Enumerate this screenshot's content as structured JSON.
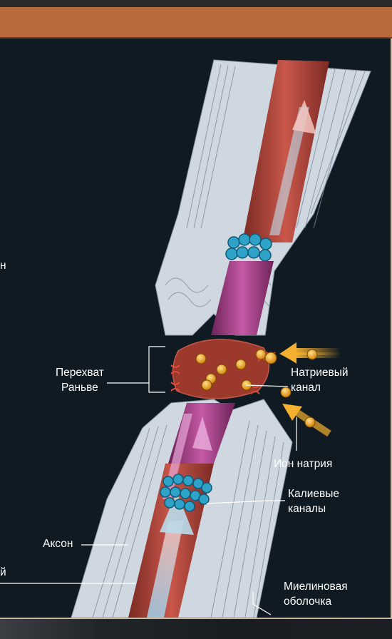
{
  "labels": {
    "node": [
      "Перехват",
      "Раньве"
    ],
    "sodium_channel": [
      "Натриевый",
      "канал"
    ],
    "sodium_ion": "Ион натрия",
    "potassium_channels": [
      "Калиевые",
      "каналы"
    ],
    "axon": "Аксон",
    "myelin_sheath": [
      "Миелиновая",
      "оболочка"
    ],
    "left_edge_char": "й",
    "left_mid_char": "н"
  },
  "colors": {
    "header": "#b86a3a",
    "background": "#0f1a22",
    "axon_red": "#b8433a",
    "node_magenta": "#b0418f",
    "channel_blue": "#2fa3c7",
    "ion_orange": "#f0a020",
    "myelin": "#d8dee6"
  }
}
